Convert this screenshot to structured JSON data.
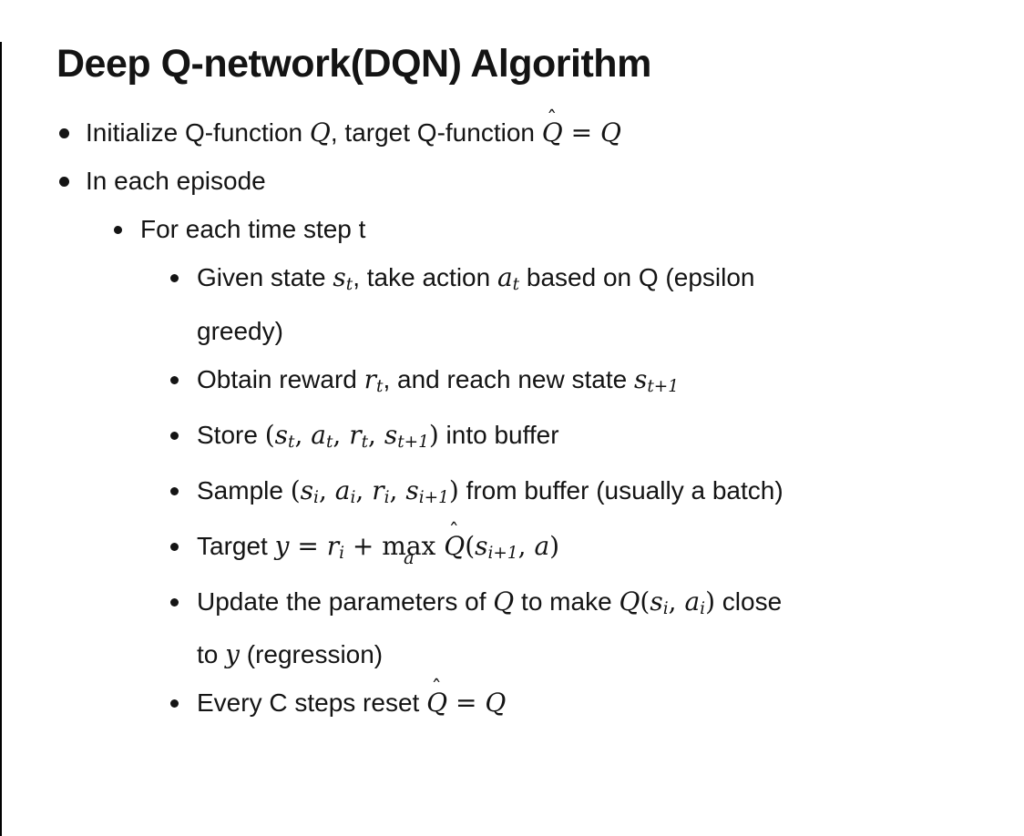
{
  "slide": {
    "title": "Deep Q-network(DQN) Algorithm"
  },
  "colors": {
    "background": "#ffffff",
    "text": "#141414",
    "edge_line": "#000000"
  },
  "glyphs": {
    "hat": "ˆ"
  },
  "bullets": [
    {
      "level": 1,
      "segments": [
        {
          "t": "Initialize Q-function "
        },
        {
          "t": "Q",
          "math": true
        },
        {
          "t": ", target Q-function "
        },
        {
          "t": "Q",
          "math": true,
          "hat": true
        },
        {
          "t": " = ",
          "mu": true
        },
        {
          "t": "Q",
          "math": true
        }
      ]
    },
    {
      "level": 1,
      "segments": [
        {
          "t": "In each episode"
        }
      ]
    },
    {
      "level": 2,
      "segments": [
        {
          "t": "For each time step t"
        }
      ]
    },
    {
      "level": 3,
      "segments": [
        {
          "t": "Given state "
        },
        {
          "t": "s",
          "math": true
        },
        {
          "t": "t",
          "math": true,
          "sub": true
        },
        {
          "t": ", take action "
        },
        {
          "t": "a",
          "math": true
        },
        {
          "t": "t",
          "math": true,
          "sub": true
        },
        {
          "t": " based on Q (epsilon"
        },
        {
          "br": true
        },
        {
          "t": "greedy)"
        }
      ]
    },
    {
      "level": 3,
      "segments": [
        {
          "t": "Obtain reward "
        },
        {
          "t": "r",
          "math": true
        },
        {
          "t": "t",
          "math": true,
          "sub": true
        },
        {
          "t": ", and reach new state "
        },
        {
          "t": "s",
          "math": true
        },
        {
          "t": "t+1",
          "math": true,
          "sub": true
        }
      ]
    },
    {
      "level": 3,
      "segments": [
        {
          "t": "Store "
        },
        {
          "t": "(",
          "mu": true
        },
        {
          "t": "s",
          "math": true
        },
        {
          "t": "t",
          "math": true,
          "sub": true
        },
        {
          "t": ", ",
          "mu": true
        },
        {
          "t": "a",
          "math": true
        },
        {
          "t": "t",
          "math": true,
          "sub": true
        },
        {
          "t": ", ",
          "mu": true
        },
        {
          "t": "r",
          "math": true
        },
        {
          "t": "t",
          "math": true,
          "sub": true
        },
        {
          "t": ", ",
          "mu": true
        },
        {
          "t": "s",
          "math": true
        },
        {
          "t": "t+1",
          "math": true,
          "sub": true
        },
        {
          "t": ")",
          "mu": true
        },
        {
          "t": " into buffer"
        }
      ]
    },
    {
      "level": 3,
      "segments": [
        {
          "t": "Sample "
        },
        {
          "t": "(",
          "mu": true
        },
        {
          "t": "s",
          "math": true
        },
        {
          "t": "i",
          "math": true,
          "sub": true
        },
        {
          "t": ", ",
          "mu": true
        },
        {
          "t": "a",
          "math": true
        },
        {
          "t": "i",
          "math": true,
          "sub": true
        },
        {
          "t": ", ",
          "mu": true
        },
        {
          "t": "r",
          "math": true
        },
        {
          "t": "i",
          "math": true,
          "sub": true
        },
        {
          "t": ", ",
          "mu": true
        },
        {
          "t": "s",
          "math": true
        },
        {
          "t": "i+1",
          "math": true,
          "sub": true
        },
        {
          "t": ")",
          "mu": true
        },
        {
          "t": " from buffer (usually a batch)"
        }
      ]
    },
    {
      "level": 3,
      "segments": [
        {
          "t": "Target "
        },
        {
          "t": "y",
          "math": true
        },
        {
          "t": " = ",
          "mu": true
        },
        {
          "t": "r",
          "math": true
        },
        {
          "t": "i",
          "math": true,
          "sub": true
        },
        {
          "t": " + ",
          "mu": true
        },
        {
          "t": "max",
          "under": "a"
        },
        {
          "t": " ",
          "mu": true
        },
        {
          "t": "Q",
          "math": true,
          "hat": true
        },
        {
          "t": "(",
          "mu": true
        },
        {
          "t": "s",
          "math": true
        },
        {
          "t": "i+1",
          "math": true,
          "sub": true
        },
        {
          "t": ", ",
          "mu": true
        },
        {
          "t": "a",
          "math": true
        },
        {
          "t": ")",
          "mu": true
        }
      ]
    },
    {
      "level": 3,
      "segments": [
        {
          "t": "Update the parameters of "
        },
        {
          "t": "Q",
          "math": true
        },
        {
          "t": " to make "
        },
        {
          "t": "Q",
          "math": true
        },
        {
          "t": "(",
          "mu": true
        },
        {
          "t": "s",
          "math": true
        },
        {
          "t": "i",
          "math": true,
          "sub": true
        },
        {
          "t": ", ",
          "mu": true
        },
        {
          "t": "a",
          "math": true
        },
        {
          "t": "i",
          "math": true,
          "sub": true
        },
        {
          "t": ")",
          "mu": true
        },
        {
          "t": " close"
        },
        {
          "br": true
        },
        {
          "t": "to "
        },
        {
          "t": "y",
          "math": true
        },
        {
          "t": " (regression)"
        }
      ]
    },
    {
      "level": 3,
      "segments": [
        {
          "t": "Every C steps reset "
        },
        {
          "t": "Q",
          "math": true,
          "hat": true
        },
        {
          "t": " = ",
          "mu": true
        },
        {
          "t": "Q",
          "math": true
        }
      ]
    }
  ]
}
